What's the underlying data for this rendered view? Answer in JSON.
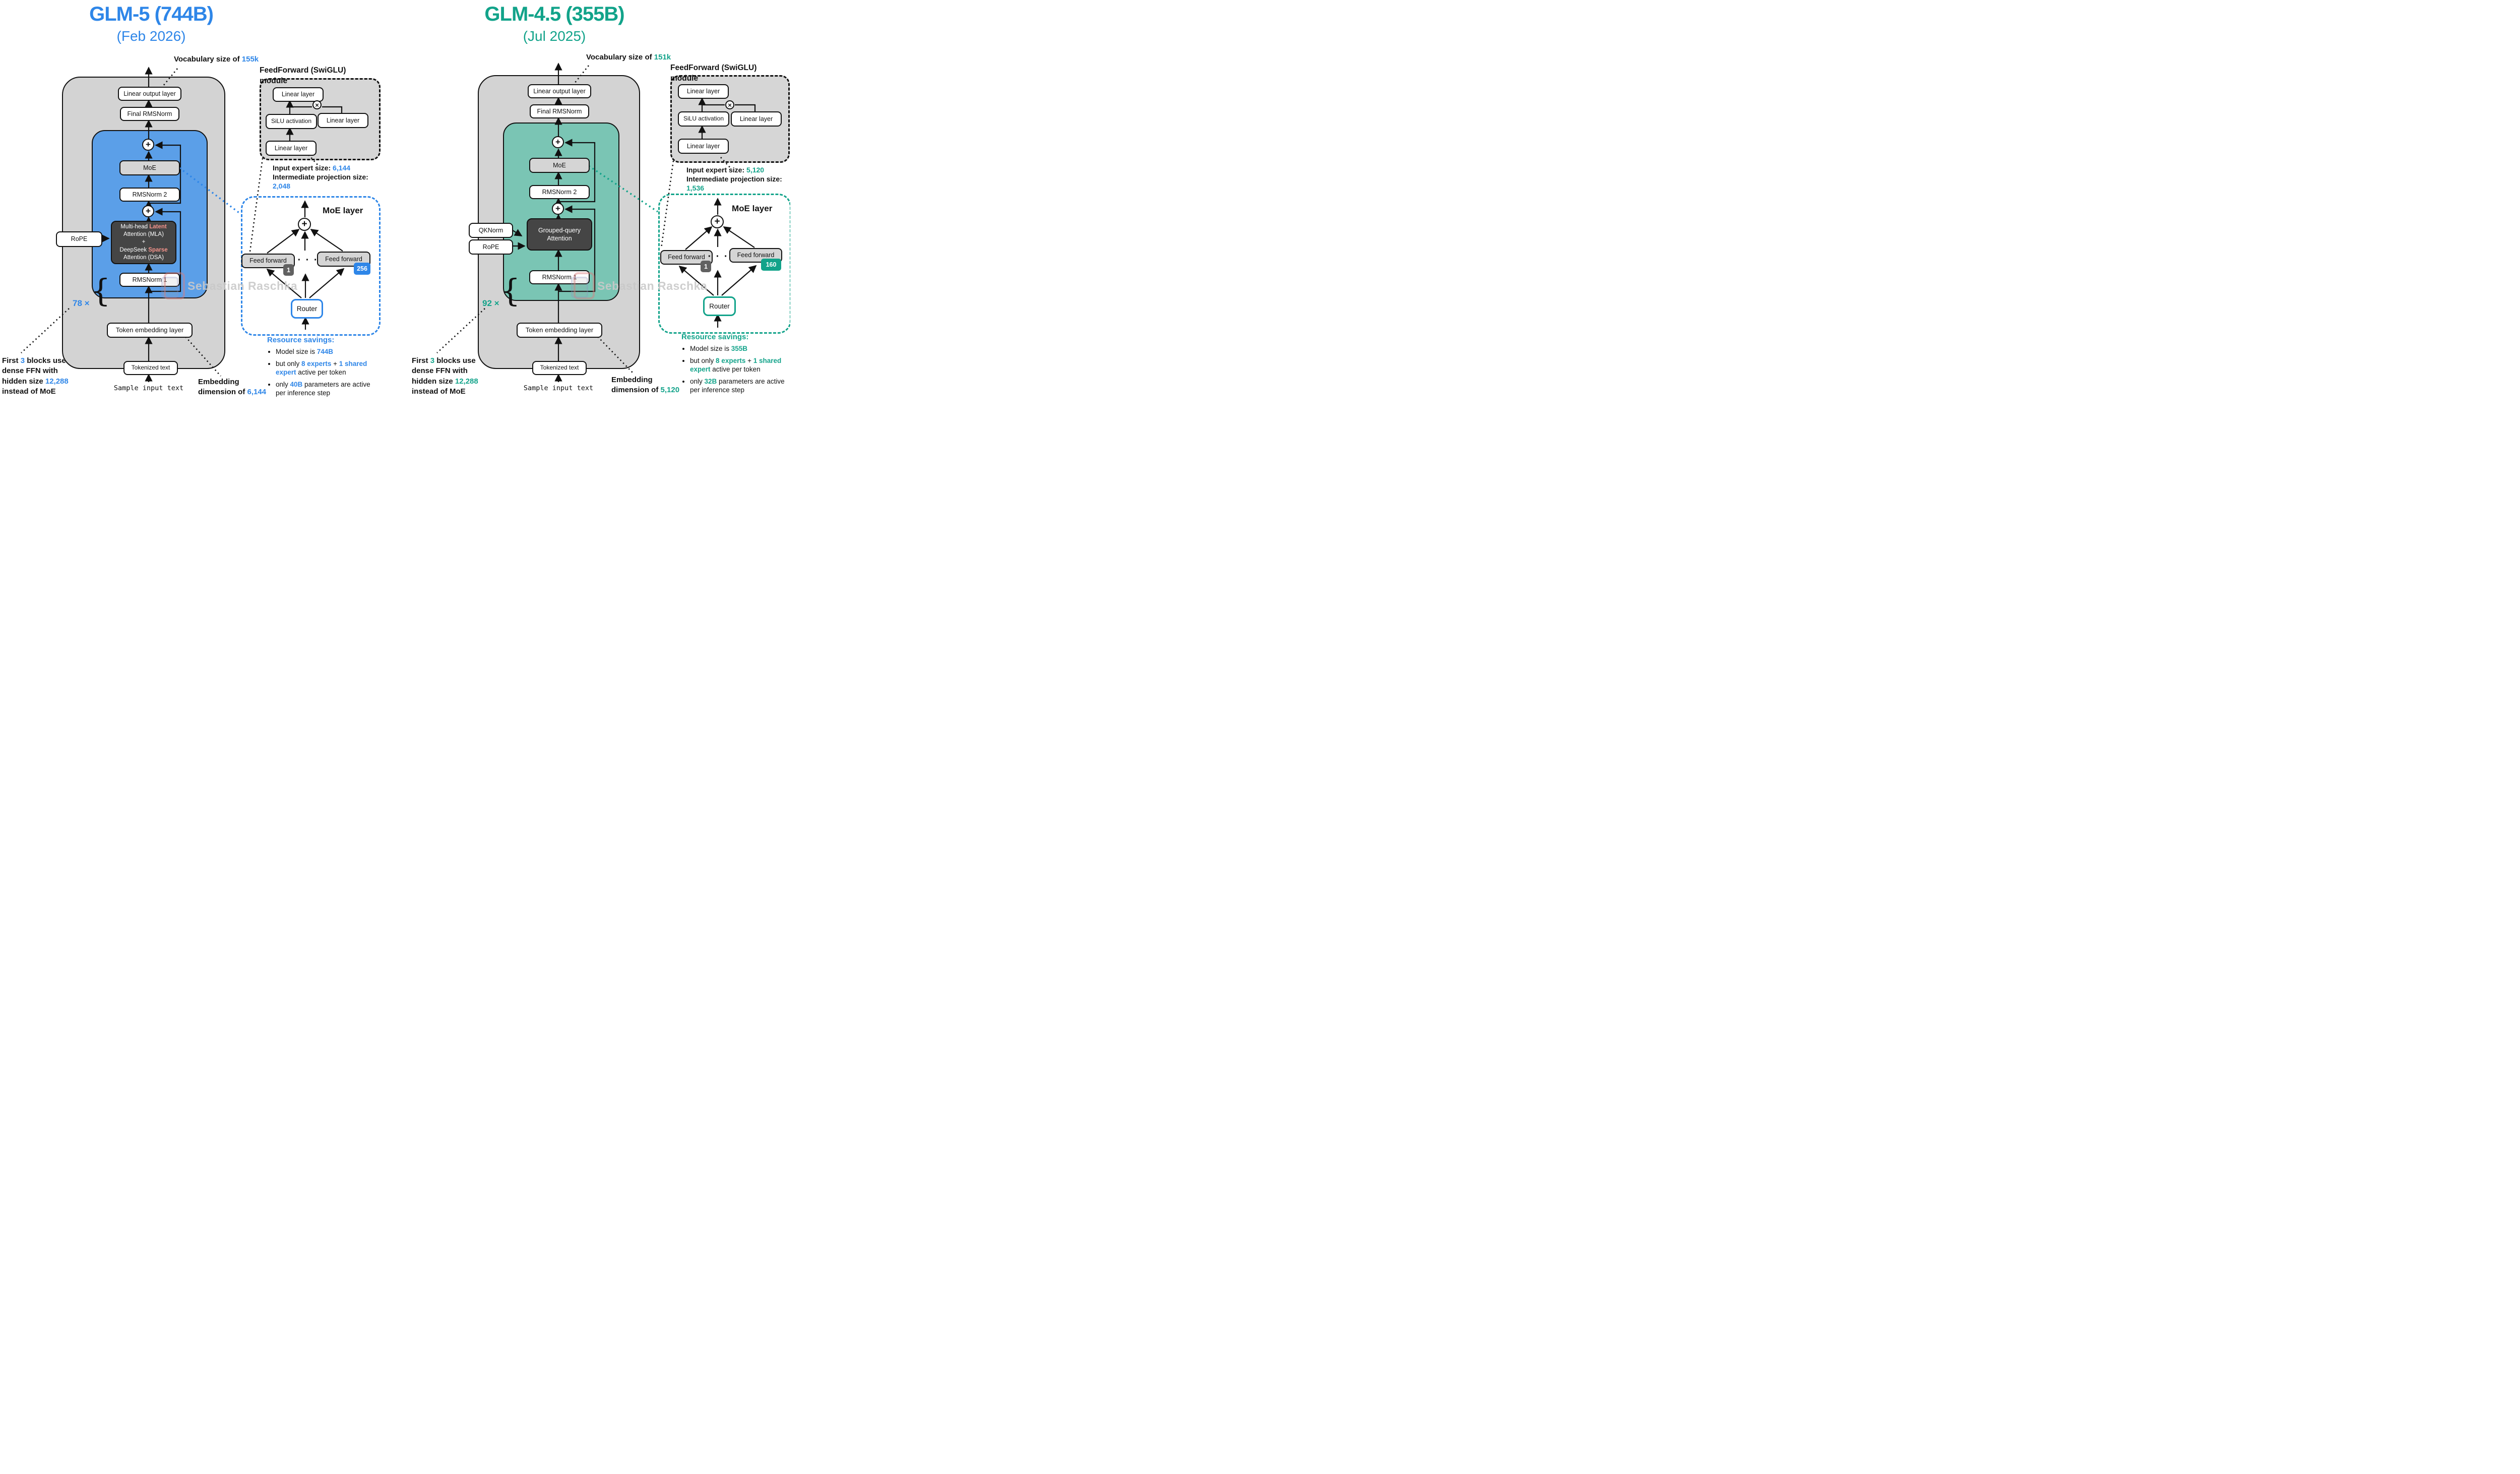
{
  "icons": {
    "plus": "+",
    "multiply": "×",
    "ellipsis": "· · ·",
    "brace": "{"
  },
  "colors": {
    "blue_accent": "#2e86e8",
    "blue_fill": "#5b9fe8",
    "teal_accent": "#12a38a",
    "teal_fill": "#7ac5b4",
    "salmon": "#f4938b",
    "outer_gray": "#d3d3d3",
    "dark_box": "#454545"
  },
  "watermark": "Sebastian Raschka",
  "left": {
    "title": "GLM-5 (744B)",
    "subtitle": "(Feb 2026)",
    "vocab": [
      {
        "t": "Vocabulary size of "
      },
      {
        "t": "155k",
        "c": "#2e86e8"
      }
    ],
    "repeat": "78 ×",
    "stack": {
      "linear_output": "Linear output layer",
      "final_rmsnorm": "Final RMSNorm",
      "moe": "MoE",
      "rmsnorm2": "RMSNorm 2",
      "attention": [
        {
          "t": "Multi-head "
        },
        {
          "t": "Latent",
          "c": "#f4938b",
          "b": true
        },
        {
          "br": true
        },
        {
          "t": "Attention (MLA)"
        },
        {
          "br": true
        },
        {
          "t": "+"
        },
        {
          "br": true
        },
        {
          "t": "DeepSeek "
        },
        {
          "t": "Sparse",
          "c": "#f4938b",
          "b": true
        },
        {
          "br": true
        },
        {
          "t": "Attention (DSA)"
        }
      ],
      "rope": "RoPE",
      "rmsnorm1": "RMSNorm 1",
      "token_embedding": "Token embedding layer",
      "tokenized": "Tokenized text",
      "sample": "Sample input text"
    },
    "first_blocks": [
      {
        "t": "First "
      },
      {
        "t": "3",
        "c": "#2e86e8"
      },
      {
        "t": " blocks use dense FFN with hidden size "
      },
      {
        "t": "12,288",
        "c": "#2e86e8"
      },
      {
        "t": " instead of MoE"
      }
    ],
    "embedding": [
      {
        "t": "Embedding"
      },
      {
        "br": true
      },
      {
        "t": "dimension of "
      },
      {
        "t": "6,144",
        "c": "#2e86e8"
      }
    ],
    "ffn": {
      "title": "FeedForward (SwiGLU) module",
      "linear_top": "Linear layer",
      "silu": "SiLU activation",
      "linear_right": "Linear layer",
      "linear_bottom": "Linear layer",
      "expert_line": [
        {
          "t": "Input expert size: "
        },
        {
          "t": "6,144",
          "c": "#2e86e8"
        }
      ],
      "proj_line": [
        {
          "t": "Intermediate projection size:"
        }
      ],
      "proj_value": [
        {
          "t": "2,048",
          "c": "#2e86e8"
        }
      ]
    },
    "moe_layer": {
      "title": "MoE layer",
      "ff_left": "Feed forward",
      "ff_right": "Feed forward",
      "badge_first": "1",
      "badge_last": "256",
      "router": "Router"
    },
    "savings": {
      "title": "Resource savings:",
      "bullets": [
        [
          {
            "t": "Model size is "
          },
          {
            "t": "744B",
            "c": "#2e86e8",
            "b": true
          }
        ],
        [
          {
            "t": "but only "
          },
          {
            "t": "8 experts",
            "c": "#2e86e8",
            "b": true
          },
          {
            "t": " + "
          },
          {
            "t": "1 shared expert",
            "c": "#2e86e8",
            "b": true
          },
          {
            "t": " active per token"
          }
        ],
        [
          {
            "t": "only "
          },
          {
            "t": "40B",
            "c": "#2e86e8",
            "b": true
          },
          {
            "t": " parameters are active per inference step"
          }
        ]
      ]
    }
  },
  "right": {
    "title": "GLM-4.5 (355B)",
    "subtitle": "(Jul 2025)",
    "vocab": [
      {
        "t": "Vocabulary size of "
      },
      {
        "t": "151k",
        "c": "#12a38a"
      }
    ],
    "repeat": "92 ×",
    "stack": {
      "linear_output": "Linear output layer",
      "final_rmsnorm": "Final RMSNorm",
      "moe": "MoE",
      "rmsnorm2": "RMSNorm 2",
      "attention": [
        {
          "t": "Grouped-query"
        },
        {
          "br": true
        },
        {
          "t": "Attention"
        }
      ],
      "qknorm": "QKNorm",
      "rope": "RoPE",
      "rmsnorm1": "RMSNorm 1",
      "token_embedding": "Token embedding layer",
      "tokenized": "Tokenized text",
      "sample": "Sample input text"
    },
    "first_blocks": [
      {
        "t": "First "
      },
      {
        "t": "3",
        "c": "#12a38a"
      },
      {
        "t": " blocks use dense FFN with hidden size "
      },
      {
        "t": "12,288",
        "c": "#12a38a"
      },
      {
        "t": " instead of MoE"
      }
    ],
    "embedding": [
      {
        "t": "Embedding"
      },
      {
        "br": true
      },
      {
        "t": "dimension of "
      },
      {
        "t": "5,120",
        "c": "#12a38a"
      }
    ],
    "ffn": {
      "title": "FeedForward (SwiGLU) module",
      "linear_top": "Linear layer",
      "silu": "SiLU activation",
      "linear_right": "Linear layer",
      "linear_bottom": "Linear layer",
      "expert_line": [
        {
          "t": "Input expert size: "
        },
        {
          "t": "5,120",
          "c": "#12a38a"
        }
      ],
      "proj_line": [
        {
          "t": "Intermediate projection size:"
        }
      ],
      "proj_value": [
        {
          "t": "1,536",
          "c": "#12a38a"
        }
      ]
    },
    "moe_layer": {
      "title": "MoE layer",
      "ff_left": "Feed forward",
      "ff_right": "Feed forward",
      "badge_first": "1",
      "badge_last": "160",
      "router": "Router"
    },
    "savings": {
      "title": "Resource savings:",
      "bullets": [
        [
          {
            "t": "Model size is "
          },
          {
            "t": "355B",
            "c": "#12a38a",
            "b": true
          }
        ],
        [
          {
            "t": "but only "
          },
          {
            "t": "8 experts",
            "c": "#12a38a",
            "b": true
          },
          {
            "t": " + "
          },
          {
            "t": "1 shared expert",
            "c": "#12a38a",
            "b": true
          },
          {
            "t": " active per token"
          }
        ],
        [
          {
            "t": "only "
          },
          {
            "t": "32B",
            "c": "#12a38a",
            "b": true
          },
          {
            "t": " parameters are active per inference step"
          }
        ]
      ]
    }
  }
}
